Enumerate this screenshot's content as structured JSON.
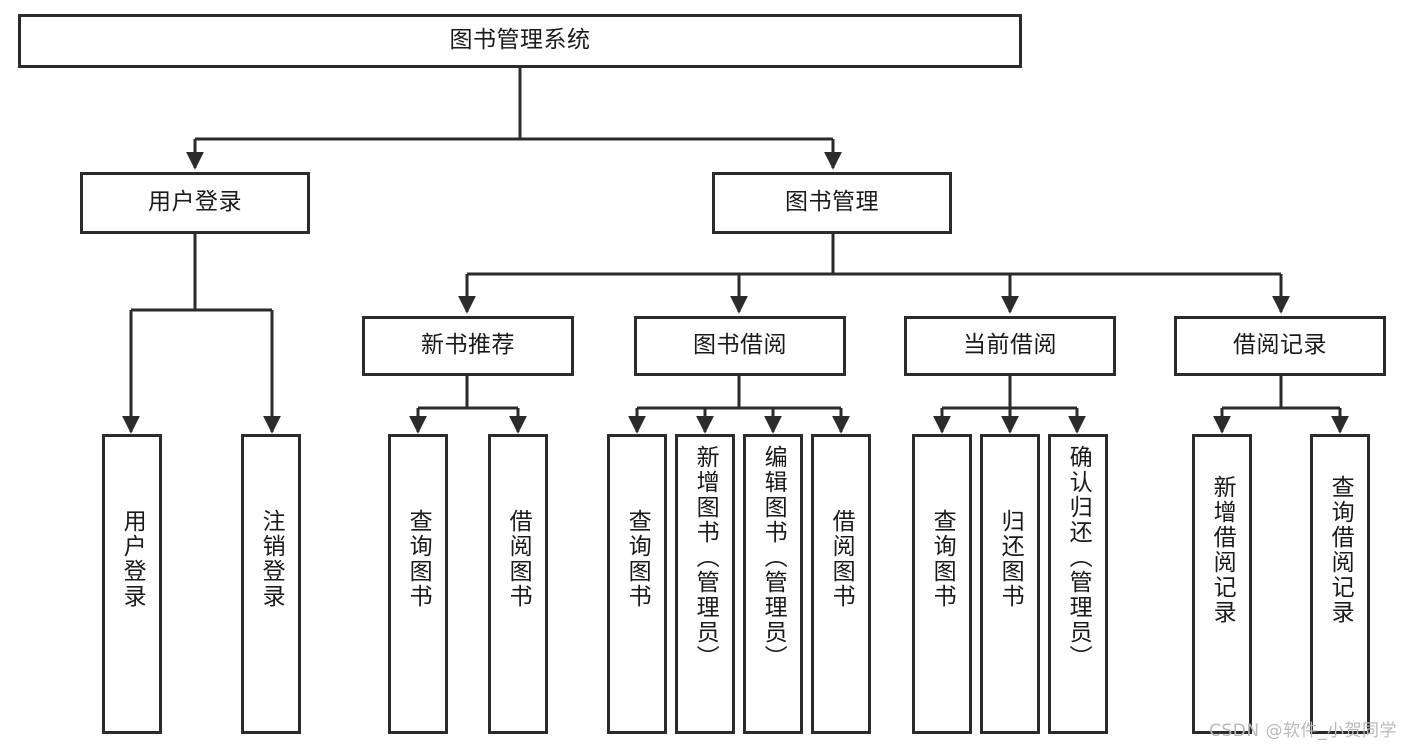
{
  "diagram": {
    "title": "图书管理系统",
    "type": "tree",
    "watermark": "CSDN @软件_小贺同学",
    "colors": {
      "background": "#ffffff",
      "node_fill": "#ffffff",
      "node_border": "#2b2b2b",
      "edge": "#2b2b2b",
      "text": "#1a1a1a",
      "watermark": "#b9b9b9"
    },
    "root": {
      "id": "root",
      "label": "图书管理系统"
    },
    "level1": [
      {
        "id": "user-login",
        "label": "用户登录"
      },
      {
        "id": "book-manage",
        "label": "图书管理"
      }
    ],
    "level2": [
      {
        "id": "new-book-recommend",
        "label": "新书推荐",
        "parent": "book-manage"
      },
      {
        "id": "book-borrow",
        "label": "图书借阅",
        "parent": "book-manage"
      },
      {
        "id": "current-borrow",
        "label": "当前借阅",
        "parent": "book-manage"
      },
      {
        "id": "borrow-record",
        "label": "借阅记录",
        "parent": "book-manage"
      }
    ],
    "leaves": [
      {
        "id": "leaf-user-login",
        "label": "用户登录",
        "parent": "user-login"
      },
      {
        "id": "leaf-user-logout",
        "label": "注销登录",
        "parent": "user-login"
      },
      {
        "id": "leaf-query-book-1",
        "label": "查询图书",
        "parent": "new-book-recommend"
      },
      {
        "id": "leaf-borrow-book-1",
        "label": "借阅图书",
        "parent": "new-book-recommend"
      },
      {
        "id": "leaf-query-book-2",
        "label": "查询图书",
        "parent": "book-borrow"
      },
      {
        "id": "leaf-add-book",
        "label": "新增图书（管理员）",
        "parent": "book-borrow"
      },
      {
        "id": "leaf-edit-book",
        "label": "编辑图书（管理员）",
        "parent": "book-borrow"
      },
      {
        "id": "leaf-borrow-book-2",
        "label": "借阅图书",
        "parent": "book-borrow"
      },
      {
        "id": "leaf-query-book-3",
        "label": "查询图书",
        "parent": "current-borrow"
      },
      {
        "id": "leaf-return-book",
        "label": "归还图书",
        "parent": "current-borrow"
      },
      {
        "id": "leaf-confirm-return",
        "label": "确认归还（管理员）",
        "parent": "current-borrow"
      },
      {
        "id": "leaf-add-record",
        "label": "新增借阅记录",
        "parent": "borrow-record"
      },
      {
        "id": "leaf-query-record",
        "label": "查询借阅记录",
        "parent": "borrow-record"
      }
    ]
  }
}
